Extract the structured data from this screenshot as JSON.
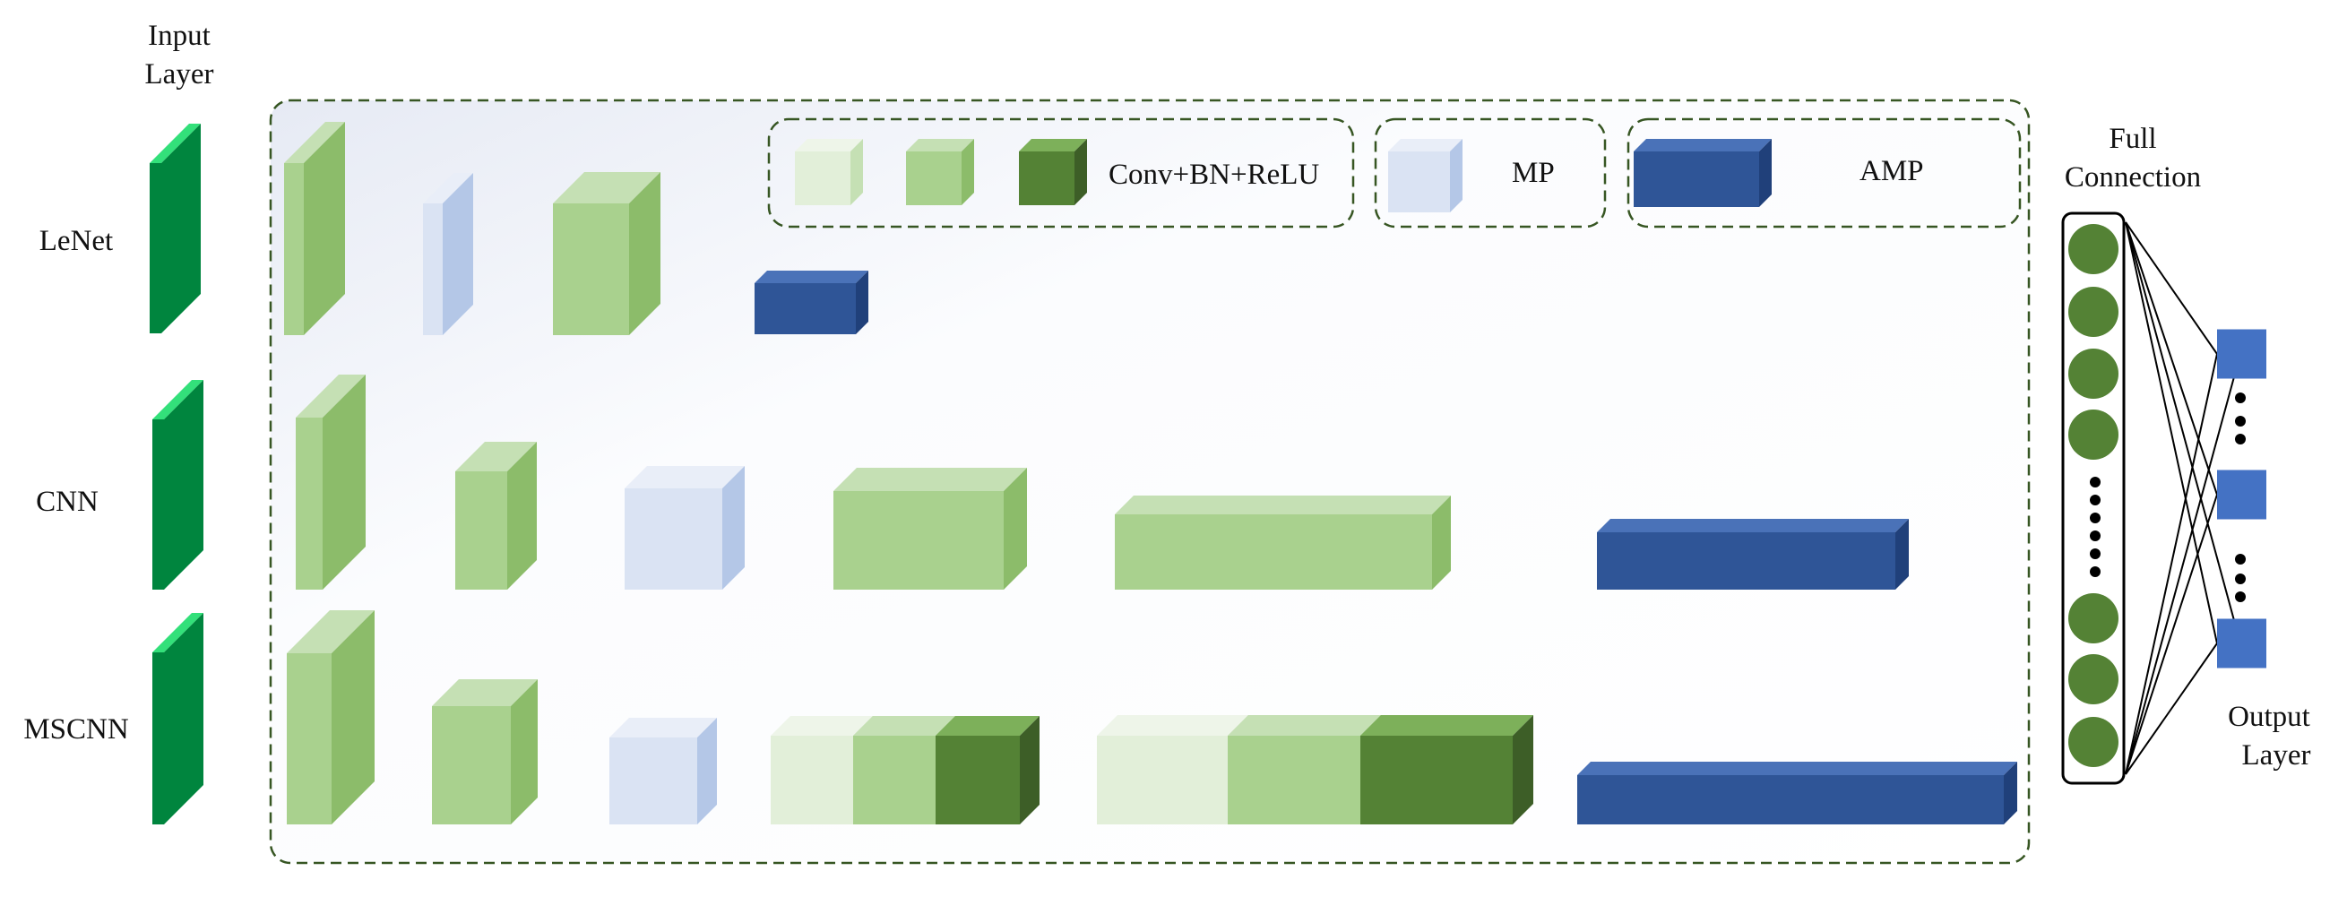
{
  "labels": {
    "input_layer_line1": "Input",
    "input_layer_line2": "Layer",
    "full_connection_line1": "Full",
    "full_connection_line2": "Connection",
    "output_layer_line1": "Output",
    "output_layer_line2": "Layer"
  },
  "rows": [
    {
      "name": "LeNet"
    },
    {
      "name": "CNN"
    },
    {
      "name": "MSCNN"
    }
  ],
  "legend": {
    "conv": "Conv+BN+ReLU",
    "mp": "MP",
    "amp": "AMP"
  },
  "colors": {
    "conv_light": "#e2efd9",
    "conv_mid": "#a9d18e",
    "conv_dark": "#548235",
    "mp": "#dae3f3",
    "amp": "#2f5597",
    "input": "#00853e",
    "neuron": "#548235",
    "output_node": "#4472c4",
    "border": "#375623"
  }
}
